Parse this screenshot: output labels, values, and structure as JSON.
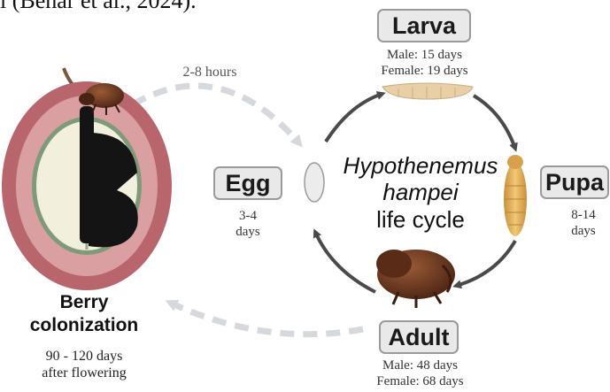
{
  "top_partial_text": "l (Behar et al., 2024).",
  "stages": {
    "larva": {
      "label": "Larva",
      "male": "Male: 15 days",
      "female": "Female: 19 days"
    },
    "pupa": {
      "label": "Pupa",
      "duration_line1": "8-14",
      "duration_line2": "days"
    },
    "adult": {
      "label": "Adult",
      "male": "Male: 48 days",
      "female": "Female: 68 days"
    },
    "egg": {
      "label": "Egg",
      "duration_line1": "3-4",
      "duration_line2": "days"
    }
  },
  "title": {
    "line1": "Hypothenemus",
    "line2": "hampei",
    "line3": "life cycle"
  },
  "colonization": {
    "transfer_time": "2-8 hours",
    "label_line1": "Berry",
    "label_line2": "colonization",
    "time_line1": "90 - 120 days",
    "time_line2": "after flowering"
  },
  "colors": {
    "cycle_arrow": "#4a4a4a",
    "dashed_arrow": "#d5d9dd",
    "berry_outer": "#b8656b",
    "berry_inner": "#d99fa1",
    "seed": "#f2efdc",
    "beetle": "#6b3a22",
    "larva": "#e8cfa6",
    "pupa": "#e2b15c",
    "box_fill": "#e9e9e9",
    "box_border": "#9a9a9a"
  }
}
